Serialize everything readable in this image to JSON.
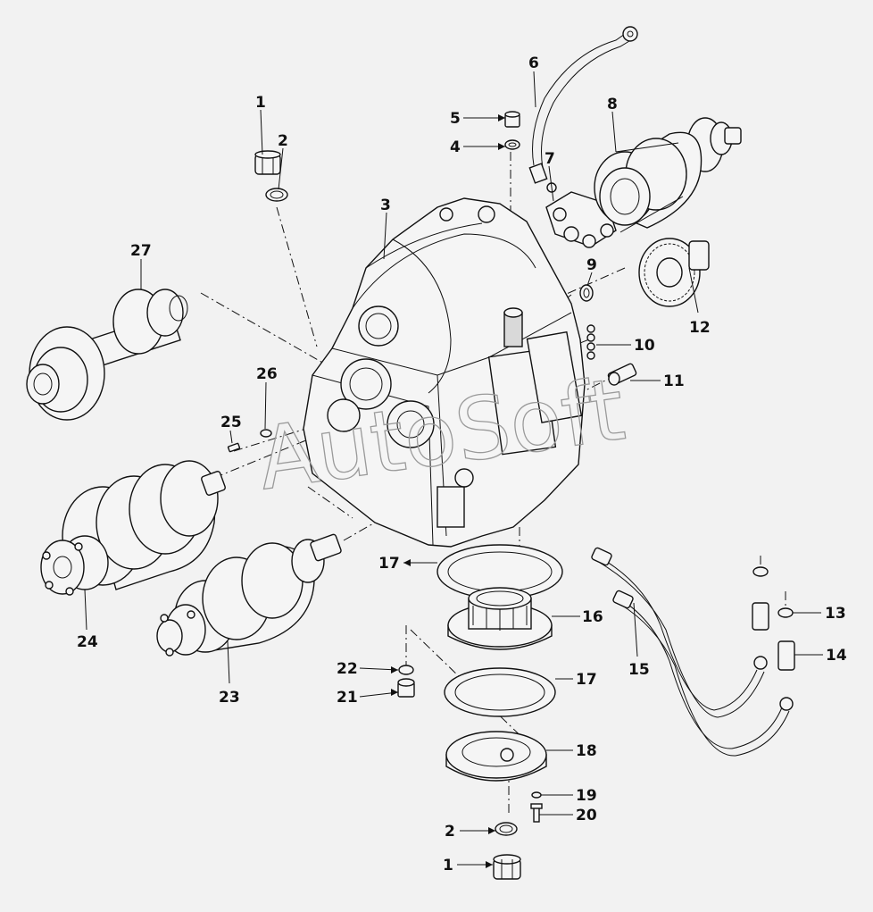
{
  "watermark": "AutoSoft",
  "callouts": [
    {
      "id": "c1a",
      "text": "1"
    },
    {
      "id": "c2a",
      "text": "2"
    },
    {
      "id": "c3",
      "text": "3"
    },
    {
      "id": "c4",
      "text": "4"
    },
    {
      "id": "c5",
      "text": "5"
    },
    {
      "id": "c6",
      "text": "6"
    },
    {
      "id": "c7",
      "text": "7"
    },
    {
      "id": "c8",
      "text": "8"
    },
    {
      "id": "c9",
      "text": "9"
    },
    {
      "id": "c10",
      "text": "10"
    },
    {
      "id": "c11",
      "text": "11"
    },
    {
      "id": "c12",
      "text": "12"
    },
    {
      "id": "c13",
      "text": "13"
    },
    {
      "id": "c14",
      "text": "14"
    },
    {
      "id": "c15",
      "text": "15"
    },
    {
      "id": "c16",
      "text": "16"
    },
    {
      "id": "c17a",
      "text": "17"
    },
    {
      "id": "c17b",
      "text": "17"
    },
    {
      "id": "c18",
      "text": "18"
    },
    {
      "id": "c19",
      "text": "19"
    },
    {
      "id": "c20",
      "text": "20"
    },
    {
      "id": "c21",
      "text": "21"
    },
    {
      "id": "c22",
      "text": "22"
    },
    {
      "id": "c23",
      "text": "23"
    },
    {
      "id": "c24",
      "text": "24"
    },
    {
      "id": "c25",
      "text": "25"
    },
    {
      "id": "c26",
      "text": "26"
    },
    {
      "id": "c27",
      "text": "27"
    },
    {
      "id": "c2b",
      "text": "2"
    },
    {
      "id": "c1b",
      "text": "1"
    }
  ]
}
